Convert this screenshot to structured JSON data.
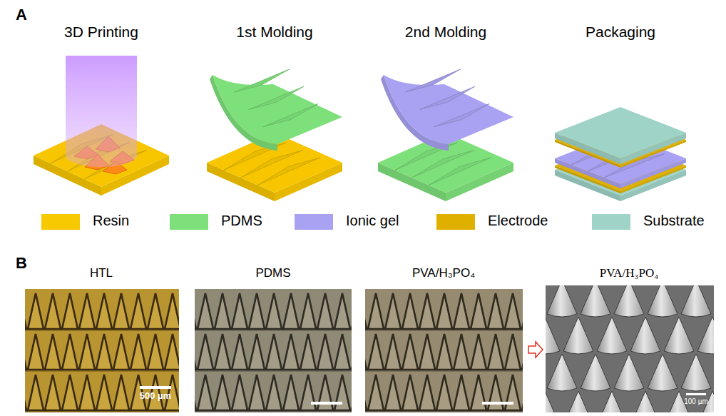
{
  "diagram": {
    "labels": [
      "A",
      "3D Printing",
      "1st Molding",
      "2nd Molding",
      "Packaging",
      "B",
      "HTL",
      "PDMS",
      "PVA/H₃PO₄",
      "PVA/H₃PO₄",
      "500 µm",
      "100 µm"
    ],
    "legend": [
      {
        "text": "Resin",
        "color": "#f7c900"
      },
      {
        "text": "PDMS",
        "color": "#7ee07a"
      },
      {
        "text": "Ionic gel",
        "color": "#a9a2f2"
      },
      {
        "text": "Electrode",
        "color": "#e0b000"
      },
      {
        "text": "Substrate",
        "color": "#9fd3c7"
      }
    ]
  }
}
